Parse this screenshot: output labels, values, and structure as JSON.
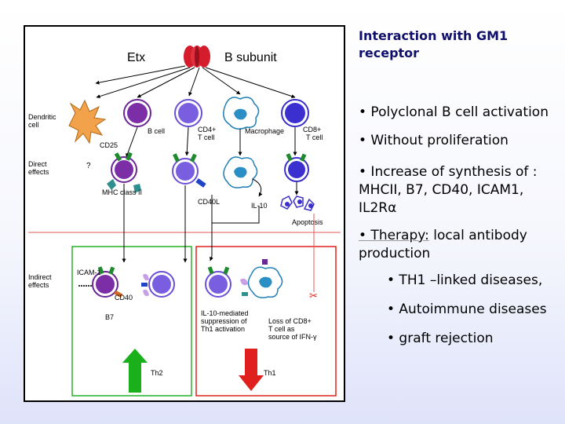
{
  "slide": {
    "title": "Interaction with GM1 receptor",
    "bullets": [
      "• Polyclonal B cell activation",
      "• Without proliferation",
      "• Increase of synthesis of : MHCII, B7, CD40, ICAM1, IL2Rα"
    ],
    "therapy": {
      "label": "• Therapy:",
      "text": " local antibody production"
    },
    "sub_bullets": [
      "• TH1 –linked diseases,",
      "• Autoimmune  diseases",
      "• graft rejection"
    ]
  },
  "diagram": {
    "toxin_label": "Etx",
    "subunit_label": "B subunit",
    "row_labels": {
      "dendritic": [
        "Dendritic",
        "cell"
      ],
      "direct": [
        "Direct",
        "effects"
      ],
      "indirect": [
        "Indirect",
        "effects"
      ]
    },
    "cell_labels": {
      "b_cell": "B cell",
      "cd4": [
        "CD4+",
        "T cell"
      ],
      "macrophage": "Macrophage",
      "cd8": [
        "CD8+",
        "T cell"
      ]
    },
    "marker_labels": {
      "cd25": "CD25",
      "question": "?",
      "mhc": "MHC class II",
      "cd40l": "CD40L",
      "il10": "IL-10",
      "apoptosis": "Apoptosis",
      "icam": "ICAM-1",
      "cd40": "CD40",
      "b7": "B7"
    },
    "notes": {
      "il10_note": [
        "IL-10-mediated",
        "suppression of",
        "Th1 activation"
      ],
      "cd8_note": [
        "Loss of CD8+",
        "T cell as",
        "source of IFN-γ"
      ]
    },
    "th_labels": {
      "th2": "Th2",
      "th1": "Th1"
    },
    "colors": {
      "cell_purple": "#6a2596",
      "cell_violet": "#6b4fd6",
      "cell_blue": "#3a2fc8",
      "receptor_green": "#1d8a2e",
      "receptor_teal": "#2e8f8f",
      "receptor_blue": "#1e44c8",
      "macrophage_blue": "#1f7fb5",
      "arrow_up": "#19b01b",
      "arrow_down": "#e0201c",
      "divider": "#e35a5a",
      "box_green": "#26b026",
      "box_red": "#e0201c"
    }
  }
}
